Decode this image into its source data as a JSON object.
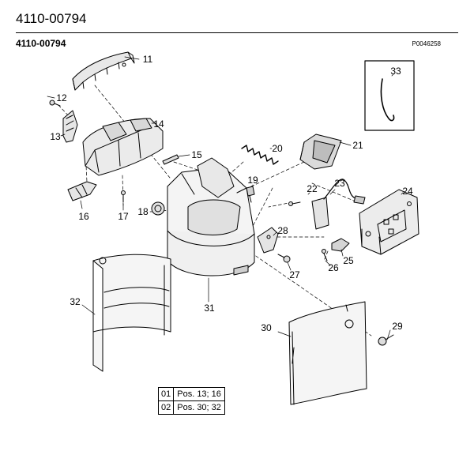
{
  "header": {
    "title": "4110-00794",
    "subtitle": "4110-00794",
    "ref_code": "P0046258"
  },
  "callouts": {
    "c11": "11",
    "c12": "12",
    "c13": "13",
    "c14": "14",
    "c15": "15",
    "c16": "16",
    "c17": "17",
    "c18": "18",
    "c19": "19",
    "c20": "20",
    "c21": "21",
    "c22": "22",
    "c23": "23",
    "c24": "24",
    "c25": "25",
    "c26": "26",
    "c27": "27",
    "c28": "28",
    "c29": "29",
    "c30": "30",
    "c31": "31",
    "c32": "32",
    "c33": "33"
  },
  "legend": [
    {
      "code": "01",
      "text": "Pos. 13; 16"
    },
    {
      "code": "02",
      "text": "Pos. 30; 32"
    }
  ]
}
